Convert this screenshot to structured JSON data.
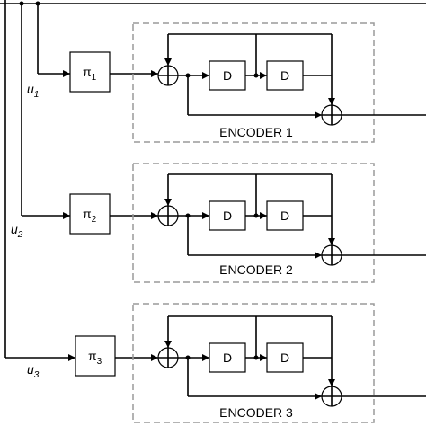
{
  "inputs": [
    {
      "var": "u",
      "sub": "1"
    },
    {
      "var": "u",
      "sub": "2"
    },
    {
      "var": "u",
      "sub": "3"
    }
  ],
  "interleavers": [
    {
      "symbol": "π",
      "sub": "1"
    },
    {
      "symbol": "π",
      "sub": "2"
    },
    {
      "symbol": "π",
      "sub": "3"
    }
  ],
  "delay_label": "D",
  "encoders": [
    {
      "label": "ENCODER 1"
    },
    {
      "label": "ENCODER 2"
    },
    {
      "label": "ENCODER 3"
    }
  ]
}
